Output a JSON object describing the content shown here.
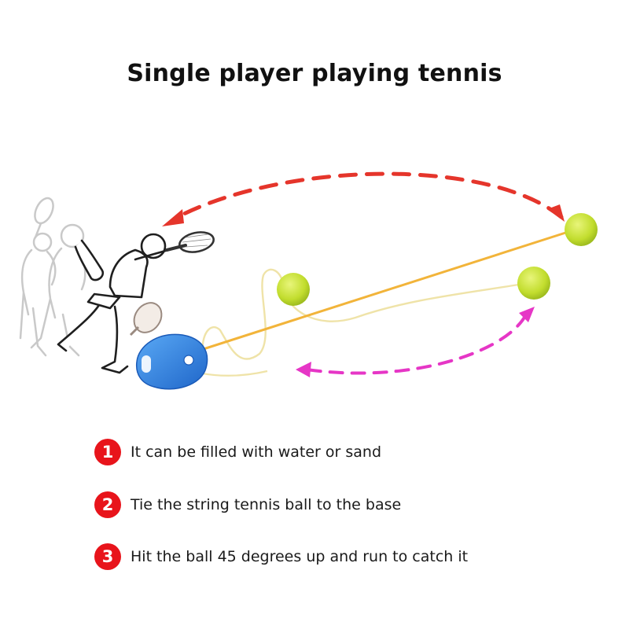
{
  "title": "Single player playing tennis",
  "colors": {
    "badge": "#e8141b",
    "ball": "#c8e33a",
    "base": "#2e7fe0",
    "string": "#f2b43a",
    "arrow_top": "#e5352b",
    "arrow_bottom": "#e636c6"
  },
  "steps": [
    {
      "number": "1",
      "text": "It can be filled with water or sand"
    },
    {
      "number": "2",
      "text": "Tie the string tennis ball to the base"
    },
    {
      "number": "3",
      "text": "Hit the ball 45 degrees up and run to catch it"
    }
  ]
}
